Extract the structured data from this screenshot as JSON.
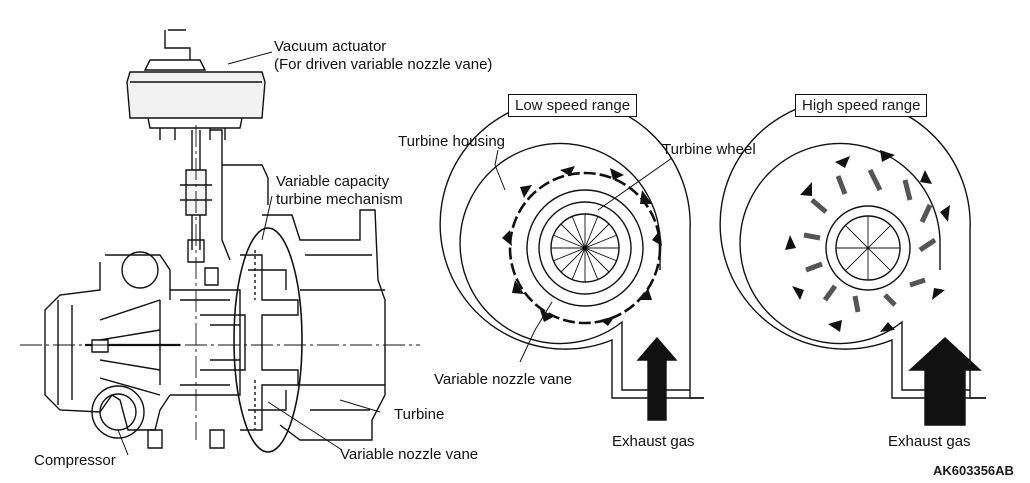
{
  "labels": {
    "vacuum_actuator": "Vacuum actuator",
    "vacuum_actuator_sub": "(For driven variable nozzle vane)",
    "variable_capacity_1": "Variable capacity",
    "variable_capacity_2": "turbine mechanism",
    "compressor": "Compressor",
    "turbine": "Turbine",
    "variable_nozzle_vane_left": "Variable nozzle vane",
    "low_speed_range": "Low speed range",
    "high_speed_range": "High speed range",
    "turbine_housing": "Turbine housing",
    "turbine_wheel": "Turbine wheel",
    "variable_nozzle_vane_mid": "Variable nozzle vane",
    "exhaust_gas_low": "Exhaust gas",
    "exhaust_gas_high": "Exhaust gas",
    "figure_code": "AK603356AB"
  }
}
